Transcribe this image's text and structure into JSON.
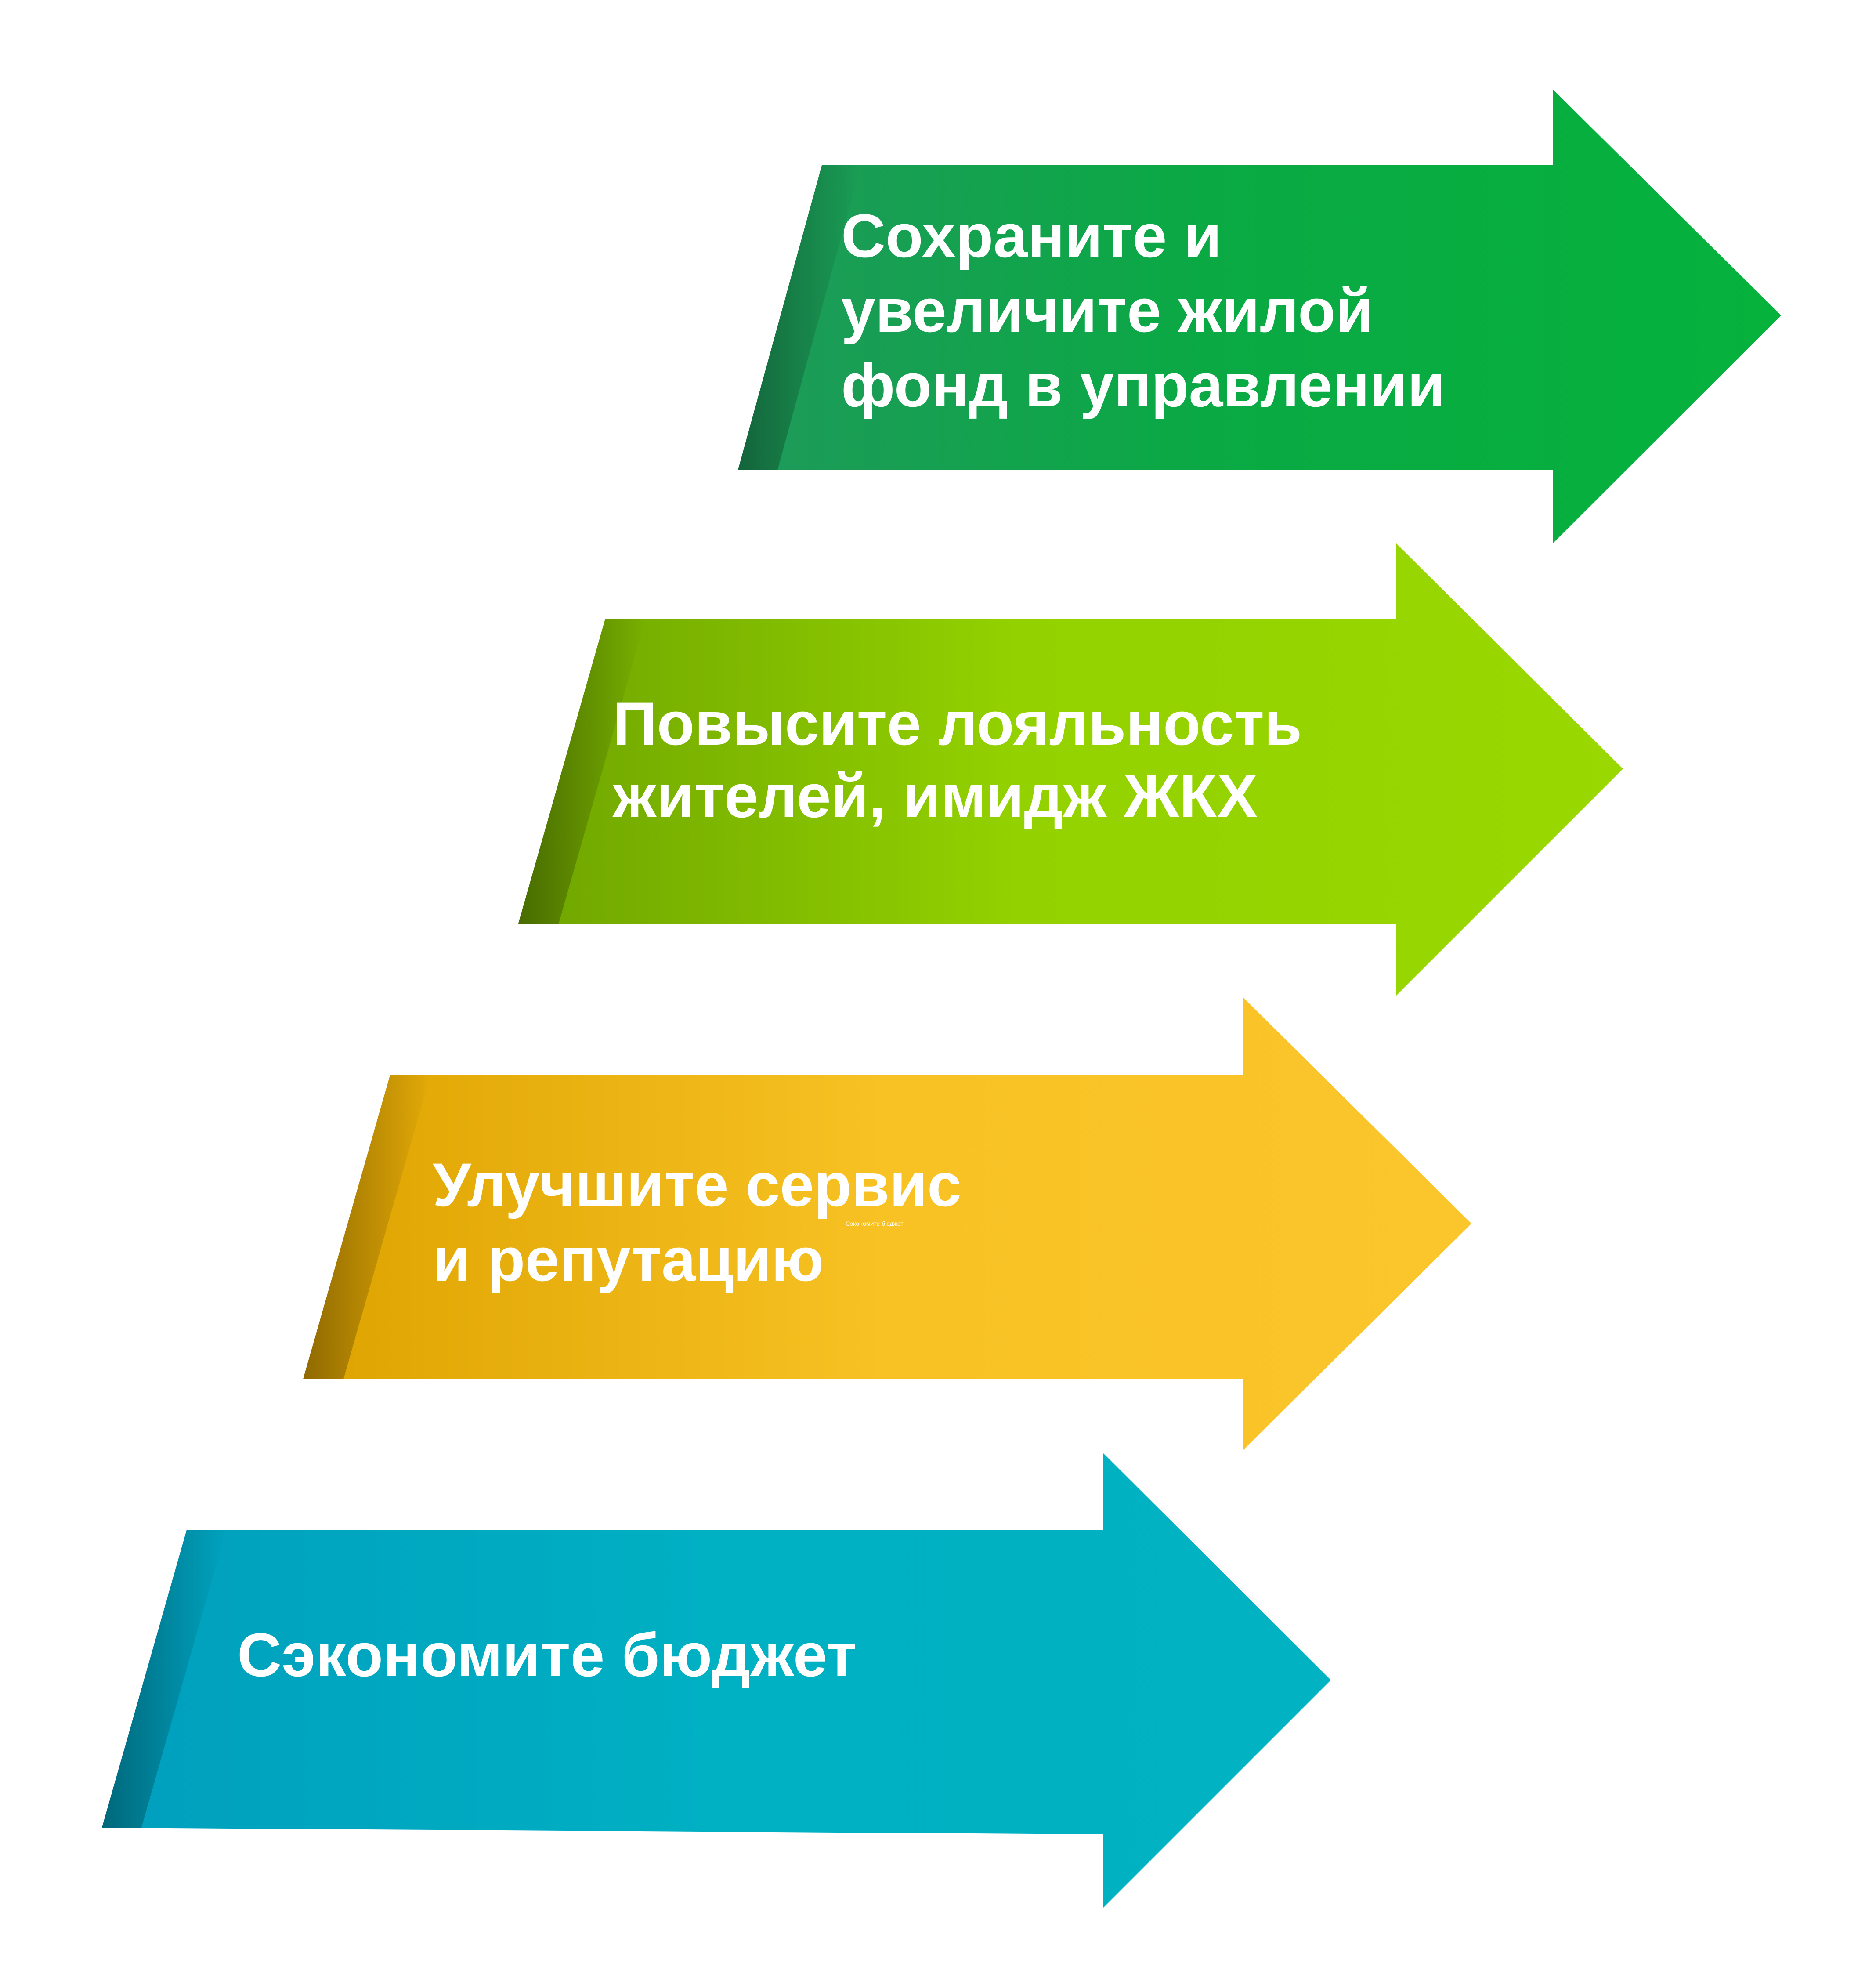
{
  "arrows": [
    {
      "lines": [
        "Сохраните и",
        "увеличите жилой",
        "фонд в управлении"
      ],
      "color_start": "#1e9a5a",
      "color_end": "#05b23c"
    },
    {
      "lines": [
        "Повысите лояльность",
        "жителей, имидж ЖКХ"
      ],
      "color_start": "#6fa500",
      "color_end": "#99d800"
    },
    {
      "lines": [
        "Улучшите сервис",
        "и репутацию"
      ],
      "small_label": "Сэкономите бюджет",
      "color_start": "#dda300",
      "color_end": "#fbc62c"
    },
    {
      "lines": [
        "Сэкономите бюджет"
      ],
      "color_start": "#009fbd",
      "color_end": "#00b2c2"
    }
  ]
}
